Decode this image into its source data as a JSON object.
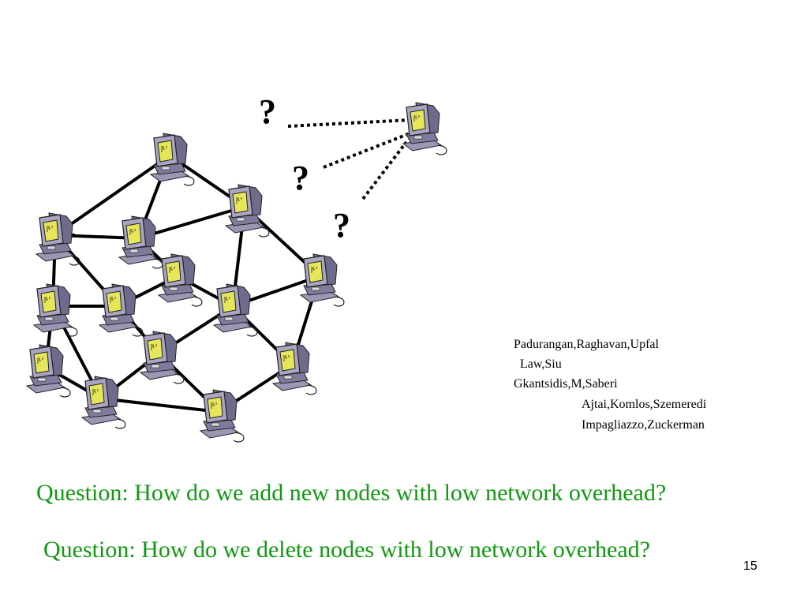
{
  "question_marks": [
    "?",
    "?",
    "?"
  ],
  "authors": [
    "Padurangan,Raghavan,Upfal",
    "Law,Siu",
    "Gkantsidis,M,Saberi",
    "Ajtai,Komlos,Szemeredi",
    "Impagliazzo,Zuckerman"
  ],
  "questions": [
    "Question: How do we add new nodes with low network overhead?",
    "Question: How do we delete nodes with low network overhead?"
  ],
  "page_number": "15",
  "colors": {
    "question_text": "#119911",
    "monitor_screen": "#e6e65a",
    "monitor_body": "#8c88a8"
  },
  "icons": {
    "node": "computer-icon"
  }
}
